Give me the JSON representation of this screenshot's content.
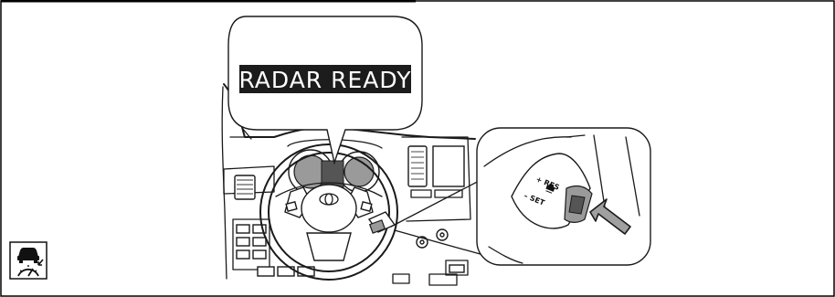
{
  "display_message": "RADAR READY",
  "stalk_labels": {
    "resume": "+ RES",
    "set": "– SET"
  },
  "icons": {
    "system_indicator": "radar-cruise-control-icon",
    "stalk_button": "vehicle-distance-switch-icon",
    "pointer": "press-arrow-icon"
  },
  "colors": {
    "display_background": "#1c1c1c",
    "display_text": "#ffffff",
    "arrow_fill": "#a0a0a0",
    "line": "#1a1a1a"
  }
}
